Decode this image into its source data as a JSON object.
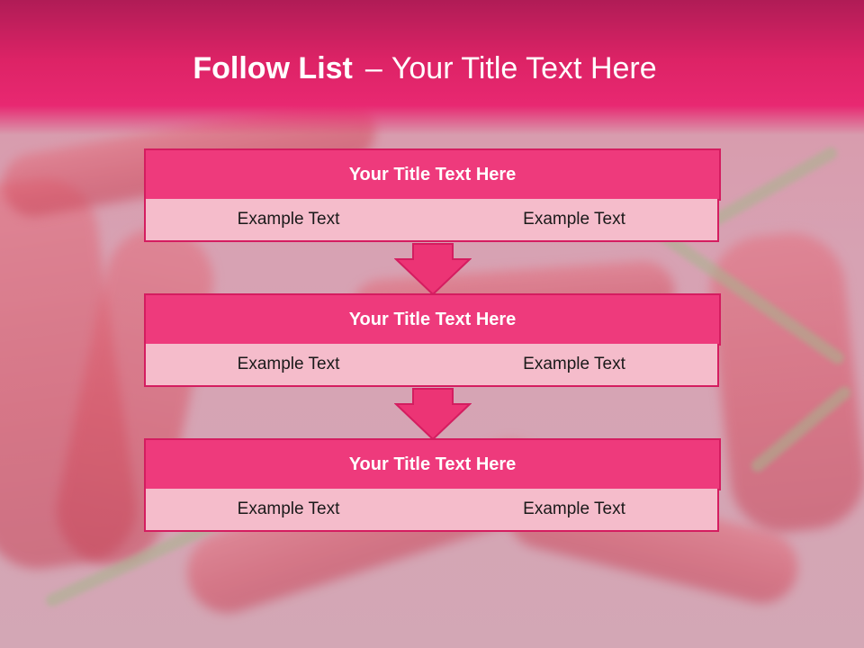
{
  "slide": {
    "title_bold": "Follow List",
    "title_dash": "–",
    "title_rest": "Your Title Text Here"
  },
  "blocks": [
    {
      "title": "Your Title Text Here",
      "left": "Example Text",
      "right": "Example Text"
    },
    {
      "title": "Your Title Text Here",
      "left": "Example Text",
      "right": "Example Text"
    },
    {
      "title": "Your Title Text Here",
      "left": "Example Text",
      "right": "Example Text"
    }
  ],
  "colors": {
    "header_band": "#e82871",
    "block_title_fill": "#ee3a7c",
    "cell_fill": "#f5bccb",
    "border": "#d41d60",
    "arrow_fill": "#ec3475"
  },
  "icons": [
    "down-arrow-icon",
    "down-arrow-icon"
  ]
}
